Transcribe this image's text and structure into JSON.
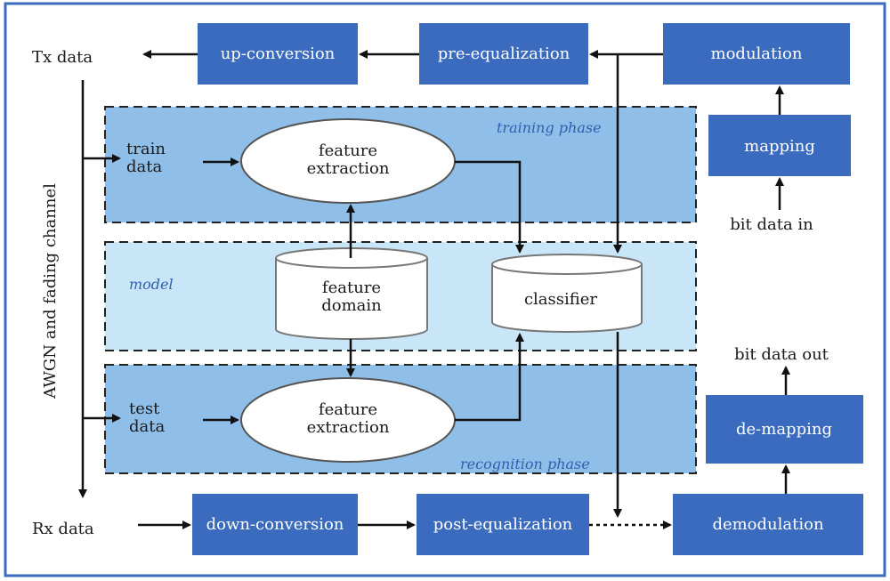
{
  "external": {
    "tx_data": "Tx data",
    "rx_data": "Rx data",
    "bit_data_in": "bit data in",
    "bit_data_out": "bit data out",
    "channel": "AWGN and fading channel"
  },
  "blocks": {
    "up_conversion": "up-conversion",
    "pre_equalization": "pre-equalization",
    "modulation": "modulation",
    "mapping": "mapping",
    "down_conversion": "down-conversion",
    "post_equalization": "post-equalization",
    "demodulation": "demodulation",
    "de_mapping": "de-mapping"
  },
  "training": {
    "phase_label": "training phase",
    "data_line1": "train",
    "data_line2": "data",
    "feature_line1": "feature",
    "feature_line2": "extraction"
  },
  "model": {
    "label": "model",
    "domain_line1": "feature",
    "domain_line2": "domain",
    "classifier": "classifier"
  },
  "recognition": {
    "phase_label": "recognition phase",
    "data_line1": "test",
    "data_line2": "data",
    "feature_line1": "feature",
    "feature_line2": "extraction"
  },
  "colors": {
    "block_fill": "#3a6bbf",
    "training_fill": "#8fbfe8",
    "model_fill": "#c8e6f8",
    "recognition_fill": "#8fbfe8",
    "frame": "#3a6bbf"
  }
}
